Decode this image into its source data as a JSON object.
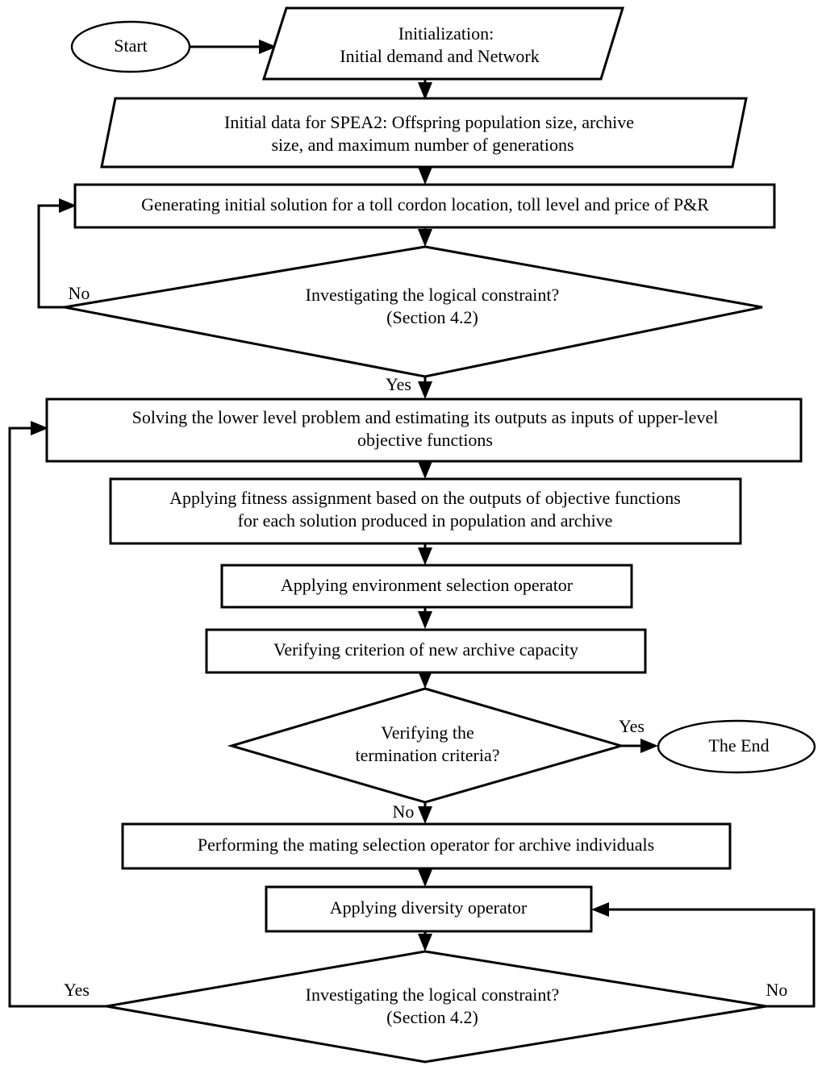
{
  "diagram": {
    "title": "SPEA2 bi-level optimization flowchart",
    "colors": {
      "background": "#ffffff",
      "stroke": "#000000",
      "fill": "#ffffff",
      "text": "#000000"
    },
    "nodes": [
      {
        "id": "start",
        "shape": "ellipse",
        "lines": [
          "Start"
        ]
      },
      {
        "id": "initialization",
        "shape": "parallelogram",
        "lines": [
          "Initialization:",
          "Initial demand and Network"
        ]
      },
      {
        "id": "initial-data-spea2",
        "shape": "parallelogram",
        "lines": [
          "Initial data for SPEA2: Offspring population size, archive",
          "size, and maximum number of generations"
        ]
      },
      {
        "id": "generating-initial-solution",
        "shape": "rectangle",
        "lines": [
          "Generating initial solution for a toll cordon location, toll level and price of P&R"
        ]
      },
      {
        "id": "logical-constraint-1",
        "shape": "diamond",
        "lines": [
          "Investigating the logical constraint?",
          "(Section 4.2)"
        ]
      },
      {
        "id": "solving-lower-level",
        "shape": "rectangle",
        "lines": [
          "Solving the lower level problem and estimating its outputs as inputs of upper-level",
          "objective functions"
        ]
      },
      {
        "id": "fitness-assignment",
        "shape": "rectangle",
        "lines": [
          "Applying fitness assignment based on the outputs of objective functions",
          "for each solution produced in population and archive"
        ]
      },
      {
        "id": "environment-selection",
        "shape": "rectangle",
        "lines": [
          "Applying environment selection operator"
        ]
      },
      {
        "id": "archive-capacity",
        "shape": "rectangle",
        "lines": [
          "Verifying criterion of new archive capacity"
        ]
      },
      {
        "id": "termination-criteria",
        "shape": "diamond",
        "lines": [
          "Verifying the",
          "termination criteria?"
        ]
      },
      {
        "id": "the-end",
        "shape": "ellipse",
        "lines": [
          "The End"
        ]
      },
      {
        "id": "mating-selection",
        "shape": "rectangle",
        "lines": [
          "Performing the mating selection operator for archive individuals"
        ]
      },
      {
        "id": "diversity-operator",
        "shape": "rectangle",
        "lines": [
          "Applying diversity operator"
        ]
      },
      {
        "id": "logical-constraint-2",
        "shape": "diamond",
        "lines": [
          "Investigating the logical constraint?",
          "(Section 4.2)"
        ]
      }
    ],
    "edge_labels": {
      "constraint1_no": "No",
      "constraint1_yes": "Yes",
      "termination_yes": "Yes",
      "termination_no": "No",
      "constraint2_yes": "Yes",
      "constraint2_no": "No"
    }
  }
}
